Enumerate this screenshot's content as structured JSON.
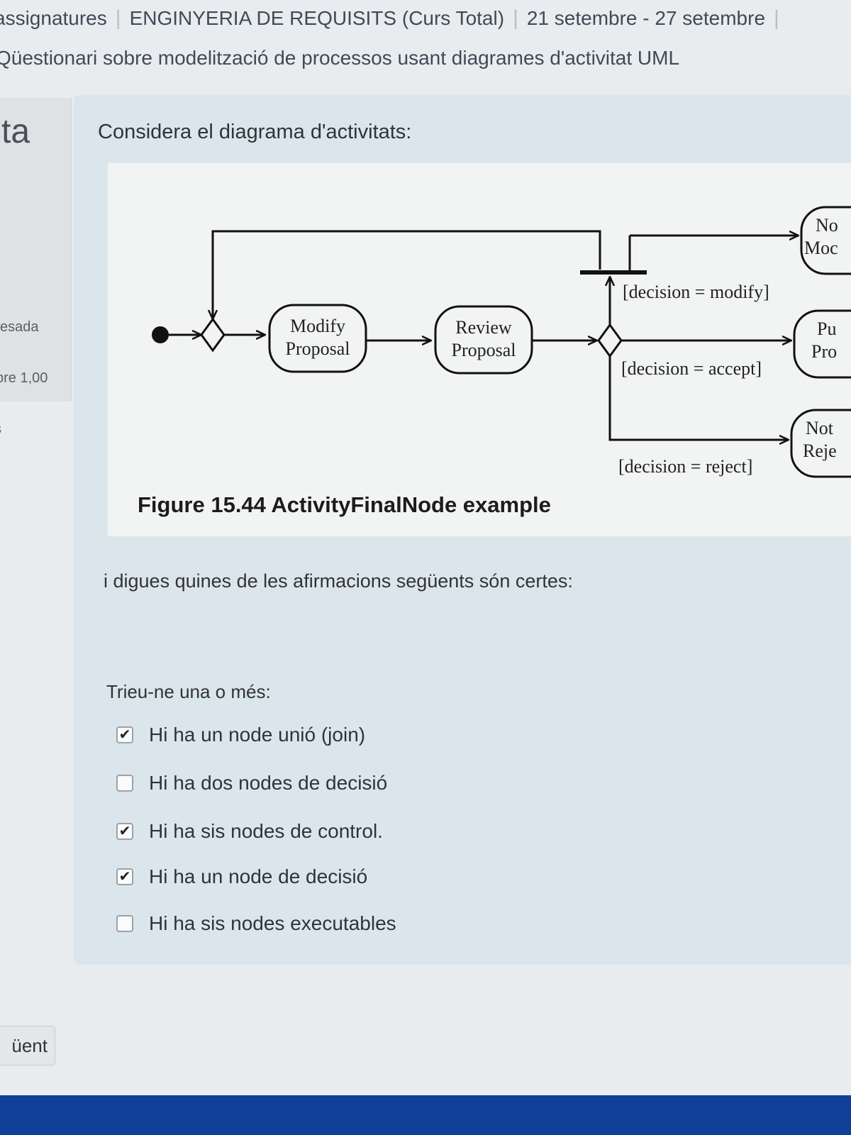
{
  "breadcrumb": {
    "items": [
      "assignatures",
      "ENGINYERIA DE REQUISITS (Curs Total)",
      "21 setembre - 27 setembre"
    ]
  },
  "page_title": "Qüestionari sobre modelització de processos usant diagrames d'activitat UML",
  "info_panel": {
    "question_label": "ta",
    "status": "esada",
    "score": "bre 1,00",
    "flag": "s"
  },
  "question": {
    "intro": "Considera el diagrama d'activitats:",
    "figure": {
      "caption": "Figure 15.44  ActivityFinalNode example",
      "nodes": {
        "modify": [
          "Modify",
          "Proposal"
        ],
        "review": [
          "Review",
          "Proposal"
        ],
        "right_top": [
          "No",
          "Moc"
        ],
        "right_mid": [
          "Pu",
          "Pro"
        ],
        "right_bottom": [
          "Not",
          "Reje"
        ]
      },
      "guards": {
        "modify": "[decision = modify]",
        "accept": "[decision = accept]",
        "reject": "[decision = reject]"
      }
    },
    "prompt": "i digues quines de les afirmacions següents són certes:",
    "choose_label": "Trieu-ne una o més:",
    "options": [
      {
        "label": "Hi ha un node unió (join)",
        "checked": true
      },
      {
        "label": "Hi ha dos nodes de decisió",
        "checked": false
      },
      {
        "label": "Hi ha sis nodes de control.",
        "checked": true
      },
      {
        "label": "Hi ha un node de decisió",
        "checked": true
      },
      {
        "label": "Hi ha sis nodes executables",
        "checked": false
      }
    ]
  },
  "next_button": "üent",
  "colors": {
    "background": "#e9ecef",
    "question_box": "#dbe6ec",
    "taskbar": "#0f3f97"
  }
}
